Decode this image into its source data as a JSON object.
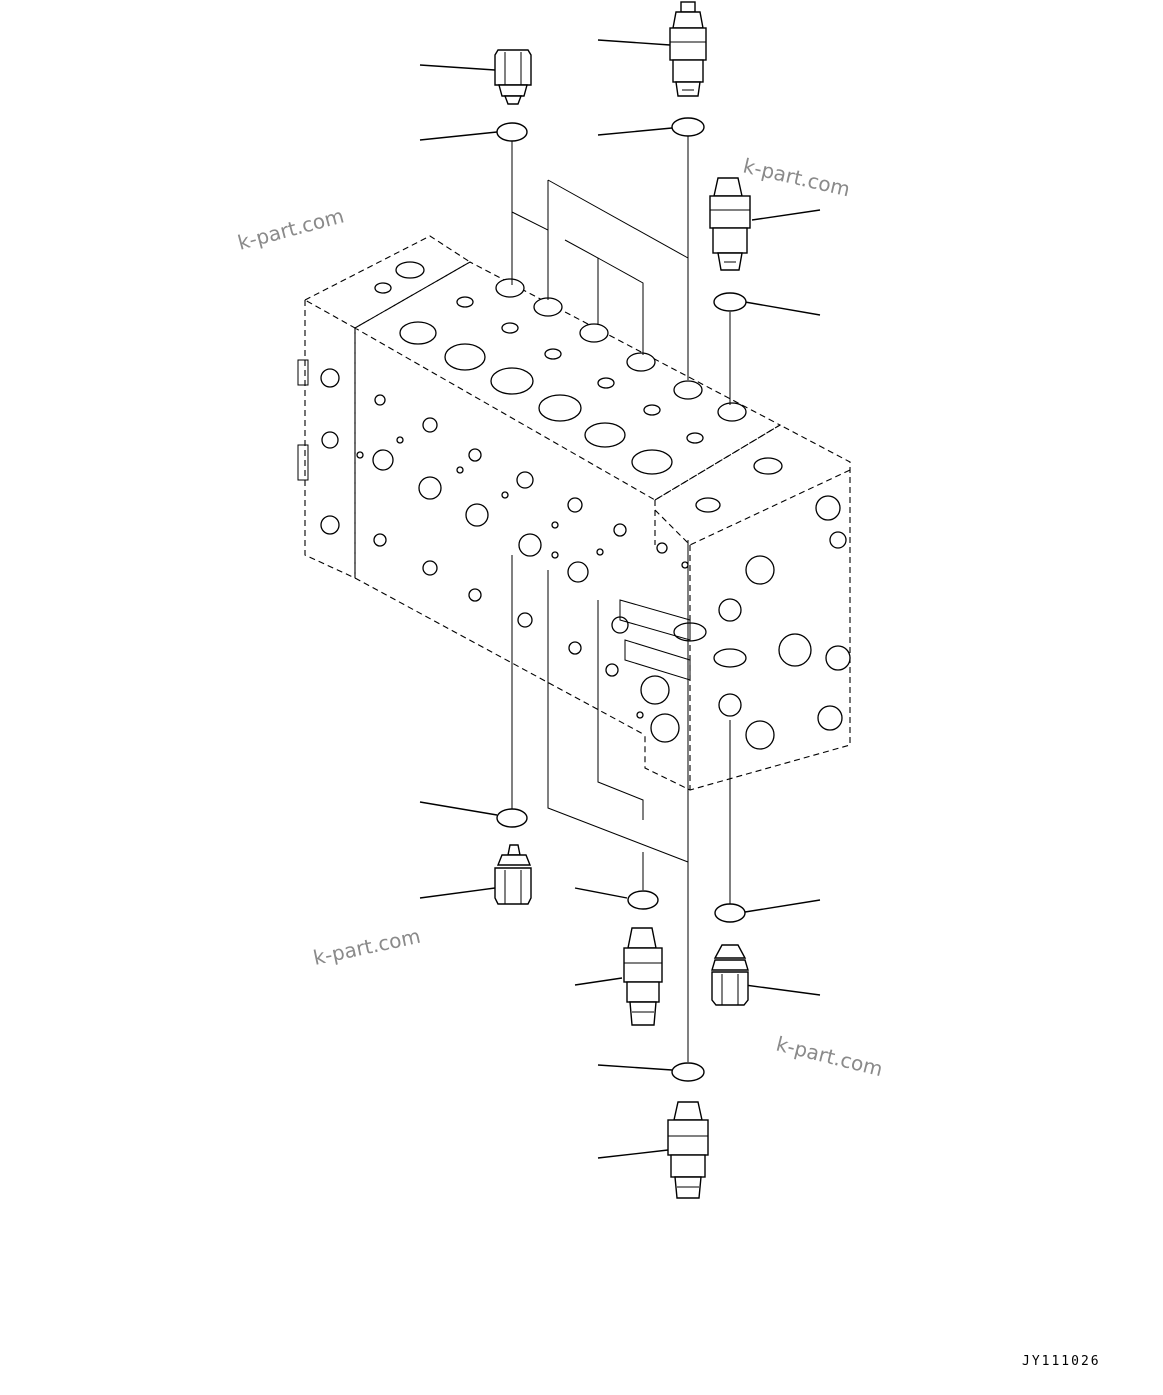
{
  "watermarks": [
    "k-part.com",
    "k-part.com",
    "k-part.com",
    "k-part.com"
  ],
  "drawing_code": "JY111026",
  "icons": {
    "main_body": "control-valve-block-outline",
    "relief_valve": "relief-valve-cartridge",
    "plug": "hex-plug",
    "seal": "o-ring"
  }
}
